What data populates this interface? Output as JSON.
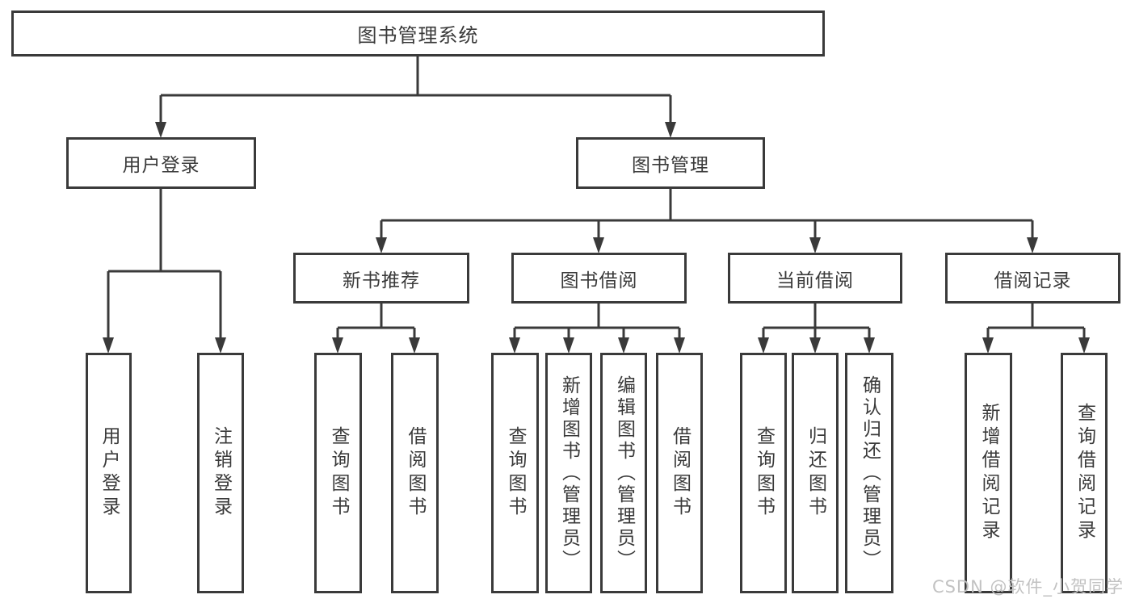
{
  "diagram": {
    "title": "图书管理系统",
    "level1": [
      {
        "label": "用户登录"
      },
      {
        "label": "图书管理"
      }
    ],
    "level2": [
      {
        "label": "新书推荐",
        "parent": "图书管理"
      },
      {
        "label": "图书借阅",
        "parent": "图书管理"
      },
      {
        "label": "当前借阅",
        "parent": "图书管理"
      },
      {
        "label": "借阅记录",
        "parent": "图书管理"
      }
    ],
    "leaves": [
      {
        "label": "用户登录",
        "parent": "用户登录"
      },
      {
        "label": "注销登录",
        "parent": "用户登录"
      },
      {
        "label": "查询图书",
        "parent": "新书推荐"
      },
      {
        "label": "借阅图书",
        "parent": "新书推荐"
      },
      {
        "label": "查询图书",
        "parent": "图书借阅"
      },
      {
        "label": "新增图书（管理员）",
        "parent": "图书借阅"
      },
      {
        "label": "编辑图书（管理员）",
        "parent": "图书借阅"
      },
      {
        "label": "借阅图书",
        "parent": "图书借阅"
      },
      {
        "label": "查询图书",
        "parent": "当前借阅"
      },
      {
        "label": "归还图书",
        "parent": "当前借阅"
      },
      {
        "label": "确认归还（管理员）",
        "parent": "当前借阅"
      },
      {
        "label": "新增借阅记录",
        "parent": "借阅记录"
      },
      {
        "label": "查询借阅记录",
        "parent": "借阅记录"
      }
    ]
  },
  "watermark": {
    "text": "CSDN @软件_小贺同学"
  },
  "colors": {
    "line": "#3a3a3a",
    "text": "#3a3a3a",
    "background": "#ffffff",
    "watermark": "#c2c2c2"
  }
}
